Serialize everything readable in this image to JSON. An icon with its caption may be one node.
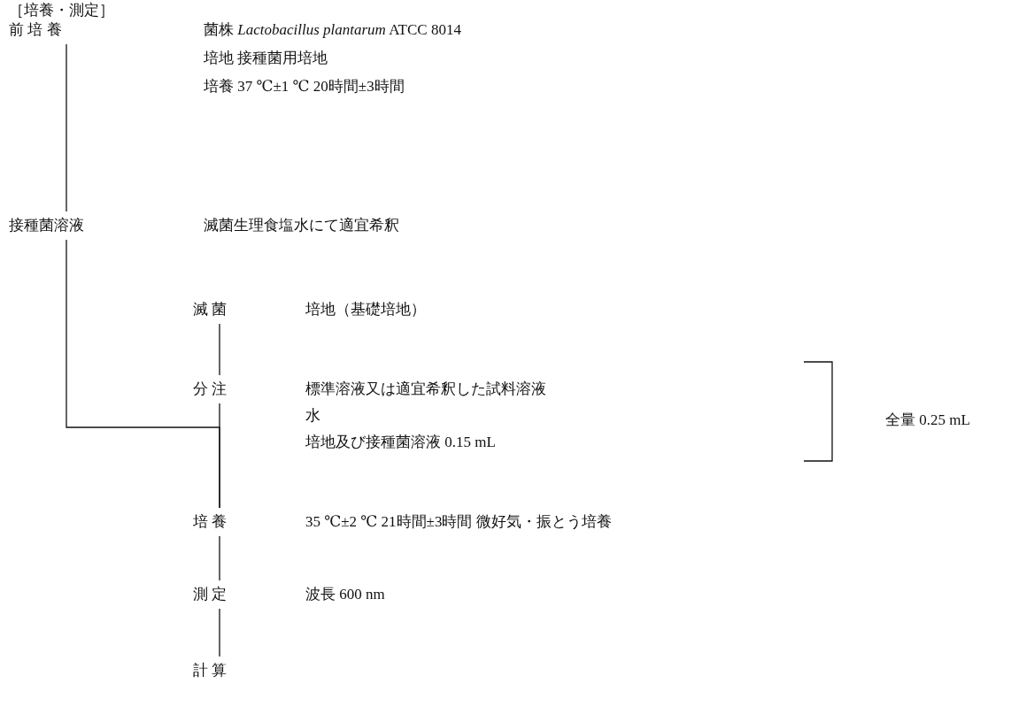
{
  "diagram": {
    "title": "［培養・測定］",
    "nodes": [
      {
        "text": [
          "前 培 養"
        ],
        "beside": [
          "菌株 *Lactobacillus plantarum* ATCC 8014",
          "培地 接種菌用培地",
          "培養 37 ℃±1 ℃ 20時間±3時間"
        ]
      },
      {
        "text": [
          "接種菌溶液"
        ]
      },
      {
        "text": [
          "滅 菌"
        ]
      },
      {
        "text": [
          "分 注"
        ],
        "beside": [
          "標準溶液又は適宜希釈した試料溶液",
          "水",
          "培地及び接種菌溶液 0.15 mL"
        ]
      },
      {
        "text": [
          "培 養"
        ]
      },
      {
        "text": [
          "測 定"
        ]
      },
      {
        "text": [
          "計 算"
        ]
      }
    ],
    "edges": [
      {
        "from": 0,
        "to": 1,
        "arrow": "none"
      },
      {
        "from": 1,
        "to": 4,
        "arrow": "none"
      },
      {
        "from": 2,
        "to": 3,
        "arrow": "none"
      },
      {
        "from": 3,
        "to": 4,
        "arrow": "none"
      },
      {
        "from": 4,
        "to": 5,
        "arrow": "none"
      },
      {
        "from": 5,
        "to": 6,
        "arrow": "none"
      }
    ],
    "labels": [
      "滅菌生理食塩水にて適宜希釈",
      "培地（基礎培地）",
      "全量 0.25 mL",
      "35 ℃±2 ℃ 21時間±3時間 微好気・振とう培養",
      "波長 600 nm"
    ]
  }
}
